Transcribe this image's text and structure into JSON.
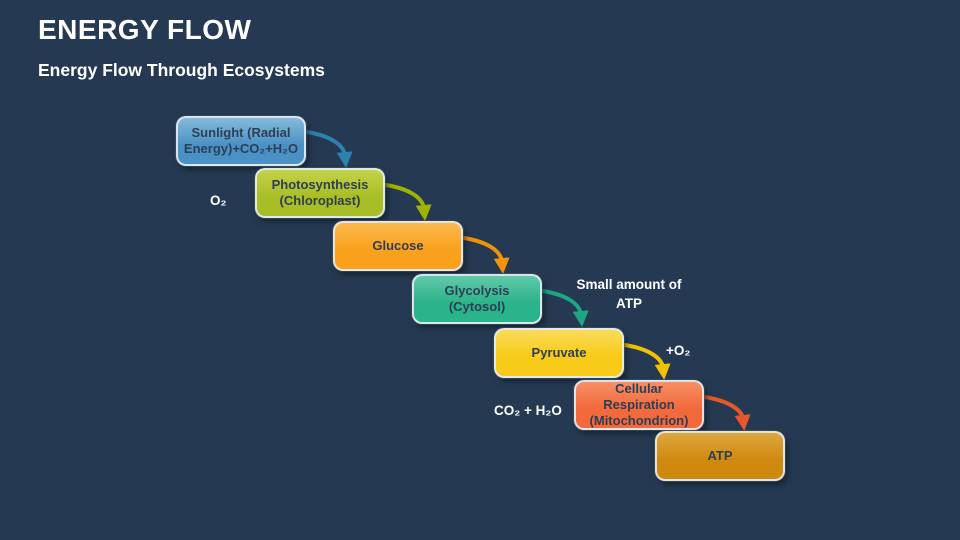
{
  "slide": {
    "title": "ENERGY FLOW",
    "subtitle": "Energy Flow Through Ecosystems",
    "background_color": "#253A52",
    "text_color": "#FFFFFF"
  },
  "boxes": [
    {
      "id": "sunlight",
      "label": "Sunlight (Radial Energy)+CO₂+H₂O",
      "color": "#4A92C6",
      "color_top": "#85BADA",
      "text_color": "#2F3E55"
    },
    {
      "id": "photosynthesis",
      "label": "Photosynthesis (Chloroplast)",
      "color": "#A9BE26",
      "color_top": "#C3D24B",
      "text_color": "#2F3E55"
    },
    {
      "id": "glucose",
      "label": "Glucose",
      "color": "#F9A11C",
      "color_top": "#FBB94F",
      "text_color": "#2F3E55"
    },
    {
      "id": "glycolysis",
      "label": "Glycolysis (Cytosol)",
      "color": "#2BB38B",
      "color_top": "#62C9A8",
      "text_color": "#2F3E55"
    },
    {
      "id": "pyruvate",
      "label": "Pyruvate",
      "color": "#F7CB17",
      "color_top": "#FADB5A",
      "text_color": "#2F3E55"
    },
    {
      "id": "cellular-respiration",
      "label": "Cellular Respiration (Mitochondrion)",
      "color": "#F2693C",
      "color_top": "#F68F66",
      "text_color": "#2F3E55"
    },
    {
      "id": "atp",
      "label": "ATP",
      "color": "#D0890F",
      "color_top": "#DFA83F",
      "text_color": "#2F3E55"
    }
  ],
  "side_labels": [
    {
      "id": "o2",
      "text": "O₂"
    },
    {
      "id": "small-atp",
      "text": "Small amount of ATP"
    },
    {
      "id": "plus-o2",
      "text": "+O₂"
    },
    {
      "id": "co2-h2o",
      "text": "CO₂ + H₂O"
    }
  ],
  "arrows": [
    {
      "from": "sunlight",
      "to": "photosynthesis",
      "color": "#2E80AE"
    },
    {
      "from": "photosynthesis",
      "to": "glucose",
      "color": "#9FB400"
    },
    {
      "from": "glucose",
      "to": "glycolysis",
      "color": "#F0920B"
    },
    {
      "from": "glycolysis",
      "to": "pyruvate",
      "color": "#1EA583"
    },
    {
      "from": "pyruvate",
      "to": "cellular-respiration",
      "color": "#EFC202"
    },
    {
      "from": "cellular-respiration",
      "to": "atp",
      "color": "#E8572B"
    }
  ]
}
